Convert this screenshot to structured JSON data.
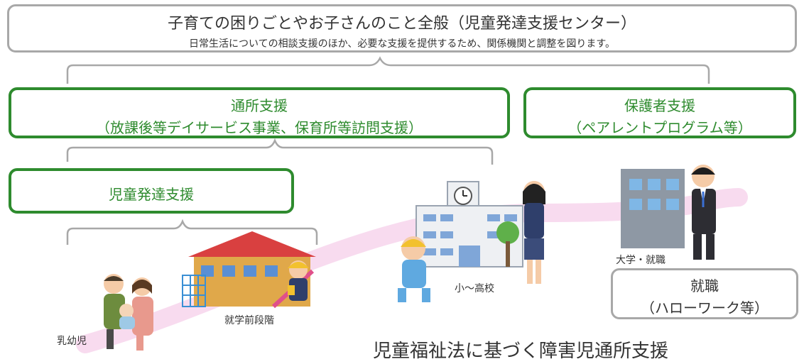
{
  "top_box": {
    "title": "子育ての困りごとやお子さんのこと全般（児童発達支援センター）",
    "subtitle": "日常生活についての相談支援のほか、必要な支援を提供するため、関係機関と調整を図ります。"
  },
  "commuting_support": {
    "line1": "通所支援",
    "line2": "（放課後等デイサービス事業、保育所等訪問支援）"
  },
  "guardian_support": {
    "line1": "保護者支援",
    "line2": "（ペアレントプログラム等）"
  },
  "child_dev_support": {
    "label": "児童発達支援"
  },
  "employment_box": {
    "line1": "就職",
    "line2": "（ハローワーク等）"
  },
  "stages": {
    "infant": "乳幼児",
    "preschool": "就学前段階",
    "school": "小～高校",
    "university": "大学・就職"
  },
  "footer": {
    "law_text": "児童福祉法に基づく障害児通所支援"
  },
  "colors": {
    "green_border": "#2e8b2e",
    "gray_border": "#a8a8a8",
    "pink_path": "#f7d5ec"
  }
}
